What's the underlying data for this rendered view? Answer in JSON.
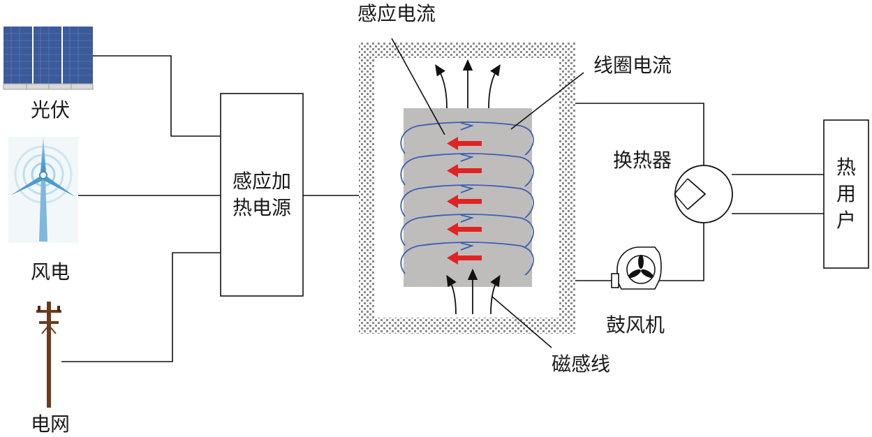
{
  "sources": {
    "pv": "光伏",
    "wind": "风电",
    "grid": "电网"
  },
  "power_supply": {
    "line1": "感应加",
    "line2": "热电源"
  },
  "induction": {
    "induced_current": "感应电流",
    "coil_current": "线圈电流",
    "magnetic_lines": "磁感线"
  },
  "heat_exchanger": "换热器",
  "blower": "鼓风机",
  "heat_user": [
    "热",
    "用",
    "户"
  ],
  "colors": {
    "coil": "#3a5fb0",
    "induced_arrow": "#e32222",
    "core": "#bfbcbc",
    "insulation_dots": "#8a8a8a",
    "solar_panel": "#3b5a9a",
    "turbine": "#5aa9d6",
    "pole": "#6b3b1e"
  }
}
